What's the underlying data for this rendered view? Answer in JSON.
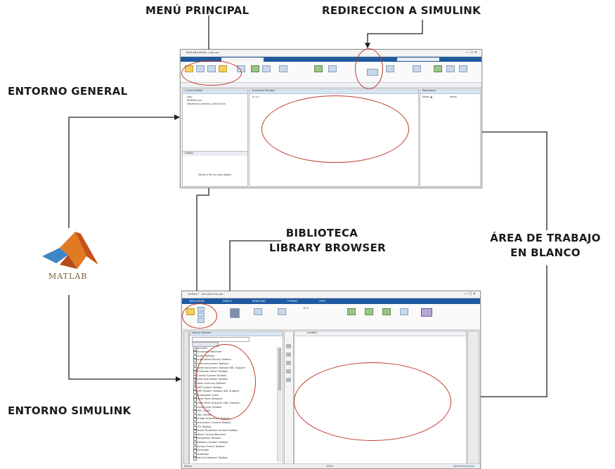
{
  "labels": {
    "menu_principal": "MENÚ PRINCIPAL",
    "redireccion": "REDIRECCION A SIMULINK",
    "entorno_general": "ENTORNO GENERAL",
    "biblioteca_line1": "BIBLIOTECA",
    "biblioteca_line2": "LIBRARY BROWSER",
    "area_line1": "ÁREA DE TRABAJO",
    "area_line2": "EN BLANCO",
    "entorno_simulink": "ENTORNO SIMULINK",
    "matlab_logo": "MATLAB"
  },
  "colors": {
    "annotation_ellipse": "#c0392b",
    "connector_line": "#222222",
    "ribbon_blue": "#1f5aa0"
  },
  "matlab_window": {
    "title": "MATLAB R2020b - trial use",
    "panels": {
      "current_folder": "Current Folder",
      "command_window": "Command Window",
      "workspace": "Workspace",
      "details": "Details",
      "details_hint": "Select a file to view details"
    },
    "workspace_columns": [
      "Name ▲",
      "Value"
    ],
    "files": [
      "slprj",
      "MODELO.slx",
      "Desarrollo_sistema_control.mlx"
    ],
    "prompt": "fx >>"
  },
  "simulink_window": {
    "title": "untitled * - Simulink trial use",
    "tabs": [
      "SIMULATION",
      "DEBUG",
      "MODELING",
      "FORMAT",
      "APPS"
    ],
    "panels": {
      "library_browser": "Library Browser",
      "model_tab": "untitled"
    },
    "stop_time": "10.0",
    "status_left": "Ready",
    "status_mid": "100%",
    "status_right": "VariableStepAuto",
    "library_items": [
      "Simulink",
      "Aerospace Blockset",
      "Audio Toolbox",
      "Automated Driving Toolbox",
      "Communications Toolbox",
      "Communications Toolbox HDL Support",
      "Computer Vision Toolbox",
      "Control System Toolbox",
      "Data Acquisition Toolbox",
      "Deep Learning Toolbox",
      "DSP System Toolbox",
      "DSP System Toolbox HDL Support",
      "Embedded Coder",
      "Fixed-Point Designer",
      "Fixed-Point Designer HDL Support",
      "Fuzzy Logic Toolbox",
      "HDL Coder",
      "HDL Verifier",
      "Image Acquisition Toolbox",
      "Instrument Control Toolbox",
      "LTE Toolbox",
      "Model Predictive Control Toolbox",
      "Motor Control Blockset",
      "Navigation Toolbox",
      "Robotics System Toolbox",
      "Sensor Fusion Toolbox",
      "Simscape",
      "Stateflow",
      "Vehicle Network Toolbox"
    ]
  }
}
